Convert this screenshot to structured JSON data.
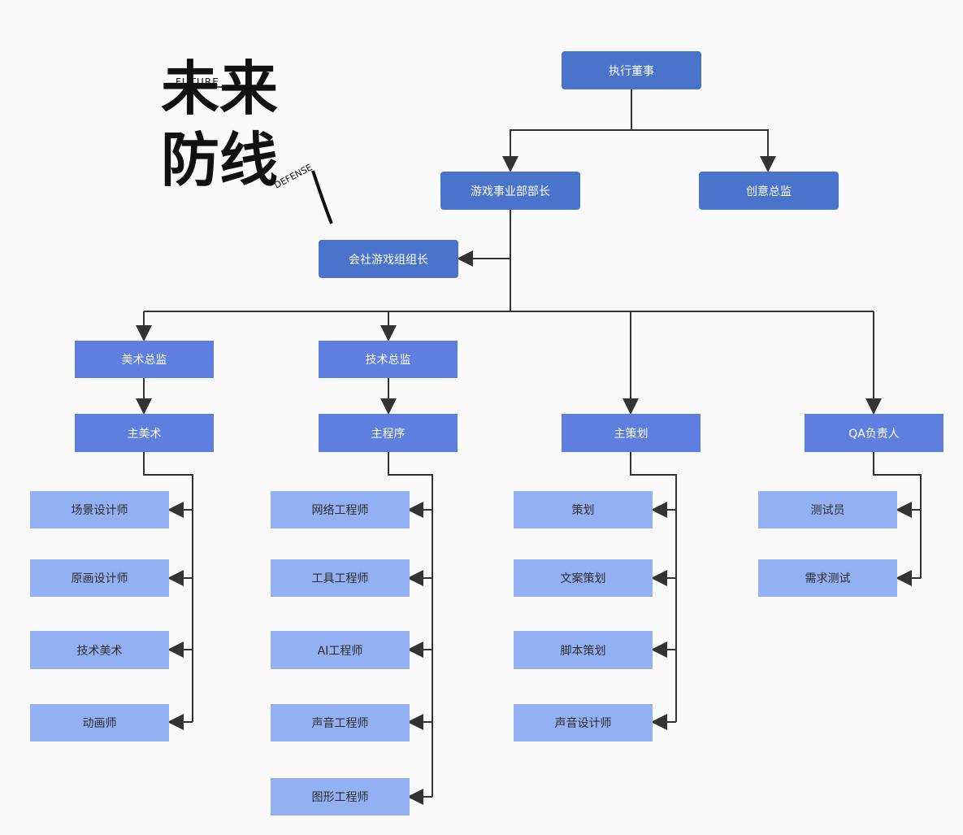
{
  "logo": {
    "cn_text": "未来防线",
    "tag_top": "FUTURE",
    "tag_bottom": "DEFENSE"
  },
  "nodes": {
    "exec": "执行董事",
    "game_head": "游戏事业部部长",
    "creative": "创意总监",
    "club": "会社游戏组组长",
    "art_dir": "美术总监",
    "tech_dir": "技术总监",
    "lead_art": "主美术",
    "lead_prog": "主程序",
    "lead_plan": "主策划",
    "qa_lead": "QA负责人"
  },
  "art_roles": [
    "场景设计师",
    "原画设计师",
    "技术美术",
    "动画师"
  ],
  "prog_roles": [
    "网络工程师",
    "工具工程师",
    "AI工程师",
    "声音工程师",
    "图形工程师"
  ],
  "plan_roles": [
    "策划",
    "文案策划",
    "脚本策划",
    "声音设计师"
  ],
  "qa_roles": [
    "测试员",
    "需求测试"
  ],
  "colors": {
    "top_level": "#4a73cc",
    "mid_level": "#5f7fe0",
    "leaf_level": "#92b0f2",
    "line": "#333333"
  }
}
